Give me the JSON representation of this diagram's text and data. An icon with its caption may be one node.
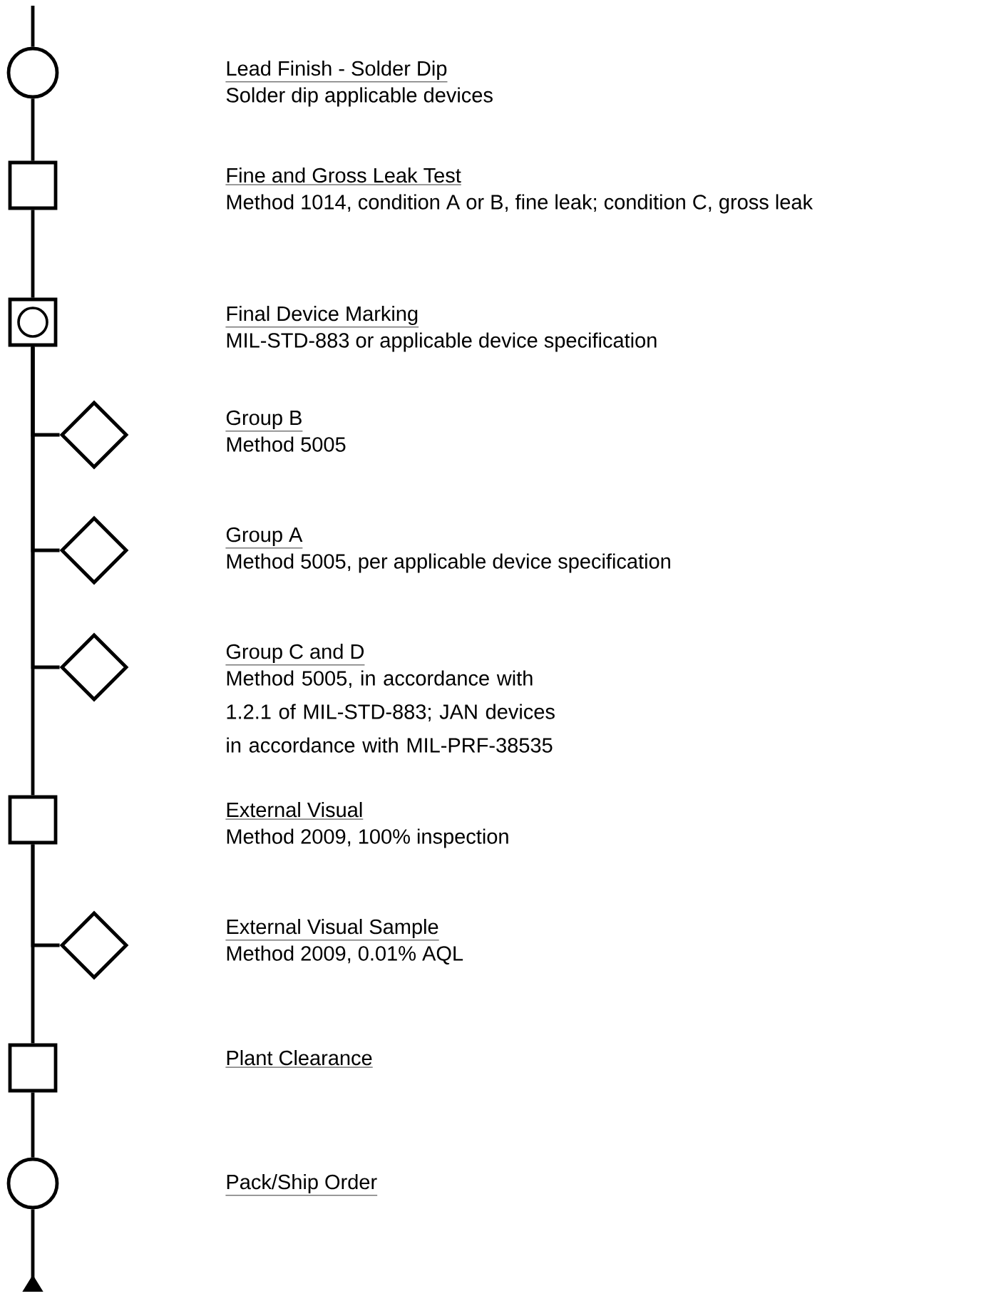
{
  "diagram": {
    "nodes": [
      {
        "text": [],
        "shape": "circle",
        "beside": [
          "Lead Finish -   Solder Dip",
          "Solder dip applicable devices"
        ]
      },
      {
        "text": [],
        "shape": "box",
        "beside": [
          "Fine and Gross Leak Test",
          "Method 1014, condition A or B, fine leak; condition C, gross leak"
        ]
      },
      {
        "text": [],
        "shape": "boxcircle",
        "beside": [
          "Final Device Marking",
          "MIL-STD-883 or applicable device specification"
        ]
      },
      {
        "text": [],
        "shape": "diamond",
        "beside": [
          "Group B",
          "Method 5005"
        ]
      },
      {
        "text": [],
        "shape": "diamond",
        "beside": [
          "Group A",
          "Method 5005, per applicable device specification"
        ]
      },
      {
        "text": [],
        "shape": "diamond",
        "beside": [
          "Group C and D",
          "Method 5005, in accordance with 1.2.1 of MIL-STD-883; JAN devices in accordance with MIL-PRF-38535"
        ]
      },
      {
        "text": [],
        "shape": "box",
        "beside": [
          "External Visual",
          "Method 2009, 100% inspection"
        ]
      },
      {
        "text": [],
        "shape": "diamond",
        "beside": [
          "External Visual Sample",
          "Method 2009, 0.01% AQL"
        ]
      },
      {
        "text": [],
        "shape": "box"
      },
      {
        "text": [],
        "shape": "circle"
      }
    ],
    "labels": [
      "Plant Clearance",
      "Pack/Ship Order"
    ],
    "edges": [
      {
        "from": null,
        "to": 0,
        "arrow": "none"
      },
      {
        "from": 0,
        "to": 1,
        "arrow": "none"
      },
      {
        "from": 1,
        "to": 2,
        "arrow": "none"
      },
      {
        "from": 2,
        "to": 6,
        "arrow": "none"
      },
      {
        "from": 2,
        "to": 3,
        "arrow": "none"
      },
      {
        "from": 2,
        "to": 4,
        "arrow": "none"
      },
      {
        "from": 2,
        "to": 5,
        "arrow": "none"
      },
      {
        "from": 6,
        "to": 8,
        "arrow": "none"
      },
      {
        "from": 6,
        "to": 7,
        "arrow": "none"
      },
      {
        "from": 8,
        "to": 9,
        "arrow": "none"
      },
      {
        "from": 9,
        "to": null,
        "arrow": "other"
      }
    ]
  }
}
